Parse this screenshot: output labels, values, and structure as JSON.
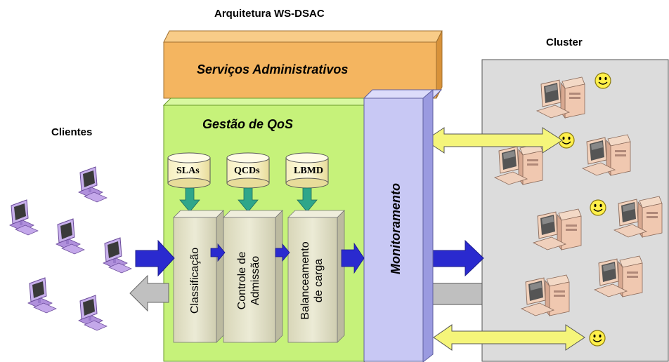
{
  "diagram": {
    "title": "Arquitetura WS-DSAC",
    "clients_label": "Clientes",
    "cluster_label": "Cluster",
    "admin_services_label": "Serviços Administrativos",
    "qos_label": "Gestão de QoS",
    "monitoring_label": "Monitoramento",
    "databases": [
      {
        "label": "SLAs"
      },
      {
        "label": "QCDs"
      },
      {
        "label": "LBMD"
      }
    ],
    "modules": [
      {
        "label": "Classificação"
      },
      {
        "label": "Controle de\nAdmissão"
      },
      {
        "label": "Balanceamento\nde carga"
      }
    ],
    "colors": {
      "admin_box": "#F4B560",
      "qos_box": "#C6F27A",
      "monitor_box": "#C8C8F4",
      "cluster_bg": "#DCDCDC",
      "module_box": "#E2E0C8",
      "blue_arrow": "#2A2ACF",
      "green_arrow": "#2FA68A",
      "yellow_arrow": "#F5F57A",
      "gray_arrow": "#C0C0C0",
      "client_pc": "#B898E0",
      "server_pc": "#F0C8B0",
      "smiley": "#FFF04A"
    },
    "icons": [
      "client-computer-icon",
      "server-computer-icon",
      "smiley-icon"
    ]
  }
}
